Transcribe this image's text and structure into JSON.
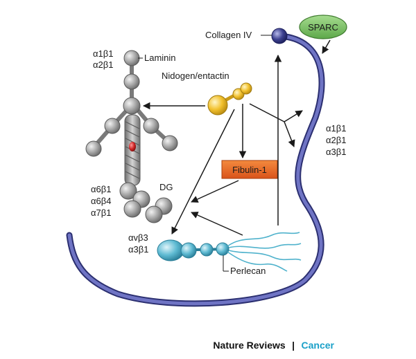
{
  "labels": {
    "collagen": "Collagen IV",
    "sparc": "SPARC",
    "laminin": "Laminin",
    "nidogen": "Nidogen/entactin",
    "fibulin": "Fibulin-1",
    "dg": "DG",
    "perlecan": "Perlecan"
  },
  "integrins": {
    "laminin_top": [
      "α1β1",
      "α2β1"
    ],
    "laminin_bottom": [
      "α6β1",
      "α6β4",
      "α7β1"
    ],
    "collagen": [
      "α1β1",
      "α2β1",
      "α3β1"
    ],
    "perlecan": [
      "αvβ3",
      "α3β1"
    ]
  },
  "footer": {
    "journal": "Nature Reviews",
    "separator": "|",
    "section": "Cancer"
  },
  "colors": {
    "collagen": "#5a5fa6",
    "laminin": "#9c9c9c",
    "nidogen": "#f2c12e",
    "fibulin": "#e8661c",
    "perlecan": "#5ebad2",
    "sparc": "#7cc36a",
    "accent": "#1aa0c8"
  }
}
